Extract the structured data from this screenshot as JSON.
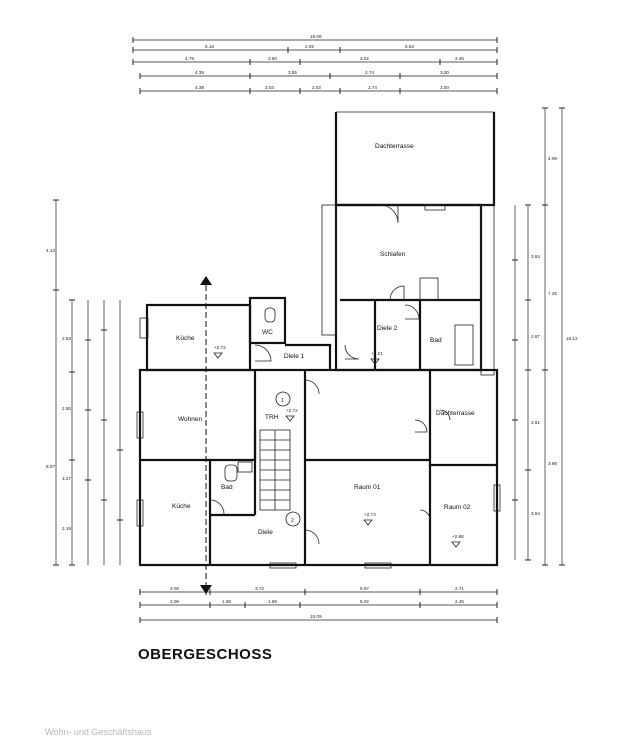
{
  "floor_title": "OBERGESCHOSS",
  "footer_caption": "Wohn- und Geschäftshaus",
  "rooms": {
    "dachterrasse_top": "Dachterrasse",
    "schlafen": "Schlafen",
    "diele_2": "Diele 2",
    "bad_upper": "Bad",
    "kueche_upper": "Küche",
    "wc": "WC",
    "diele_1": "Diele 1",
    "wohnen": "Wohnen",
    "trh": "TRH",
    "dachterrasse_right": "Dachterrasse",
    "kueche_lower": "Küche",
    "bad_lower": "Bad",
    "diele": "Diele",
    "raum_01": "Raum 01",
    "raum_02": "Raum 02"
  },
  "markers": {
    "stair_1": "1",
    "stair_2": "2"
  },
  "levels": {
    "kueche_upper": "+2.72",
    "trh": "+2.72",
    "diele_2": "+3.21",
    "raum_01": "+2.73",
    "raum_02": "+2.88"
  },
  "dimensions": {
    "top_total": "15.09",
    "top_row1": [
      "6.16",
      "2.02",
      "6.53"
    ],
    "top_row2": [
      "4.79",
      "3.90",
      "3.02",
      "2.45"
    ],
    "top_row3": [
      "4.39",
      "3.55",
      "2.74",
      "3.00"
    ],
    "top_row4": [
      "4.39",
      "3.03",
      "2.02",
      "2.74",
      "3.00"
    ],
    "bottom_row1": [
      "3.06",
      "3.72",
      "5.67",
      "2.71"
    ],
    "bottom_row2": [
      "3.06",
      "1.58",
      "1.89",
      "5.02",
      "2.45"
    ],
    "bottom_total": "15.09",
    "right_outer": "18.12",
    "right_inner": [
      "4.09",
      "7.26",
      "3.96"
    ],
    "right_mid": [
      "3.84",
      "2.67",
      "3.61",
      "3.54"
    ],
    "left_outer": [
      "4.13",
      "8.07"
    ],
    "left_inner": [
      "2.63",
      "2.50",
      "3.27",
      "2.19"
    ]
  }
}
